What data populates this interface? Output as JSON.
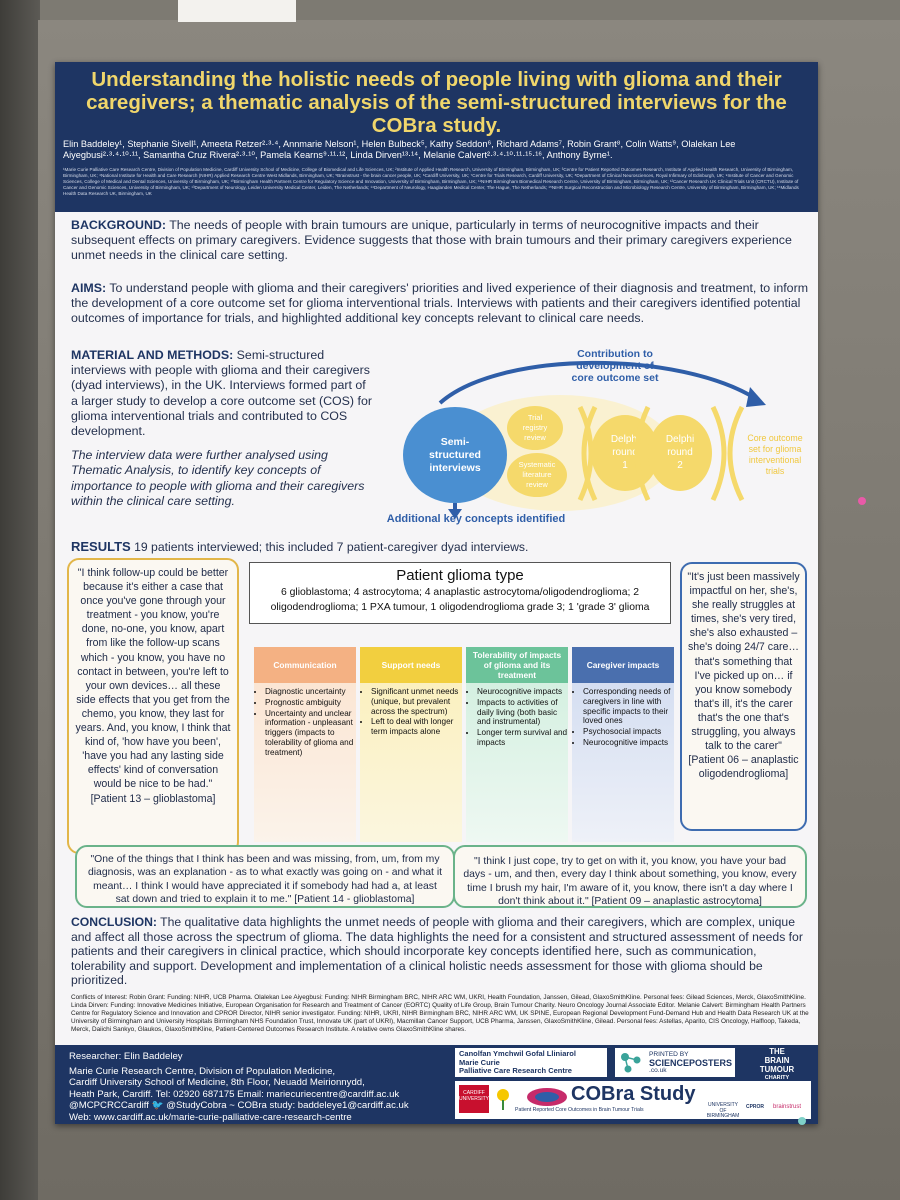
{
  "poster": {
    "title": "Understanding the holistic needs of people living with glioma and their caregivers; a thematic analysis of the semi-structured interviews for the COBra study.",
    "authors": "Elin Baddeley¹, Stephanie Sivell¹, Ameeta Retzer²·³·⁴, Annmarie Nelson¹, Helen Bulbeck⁵, Kathy Seddon⁶, Richard Adams⁷, Robin Grant⁸, Colin Watts⁹, Olalekan Lee Aiyegbusi²·³·⁴·¹⁰·¹¹, Samantha Cruz Rivera²·³·¹⁰, Pamela Kearns⁹·¹¹·¹², Linda Dirven¹³·¹⁴, Melanie Calvert²·³·⁴·¹⁰·¹¹·¹⁵·¹⁶, Anthony Byrne¹.",
    "affiliations": "¹Marie Curie Palliative Care Research Centre, Division of Population Medicine, Cardiff University School of Medicine, College of Biomedical and Life Sciences, UK; ²Institute of Applied Health Research, University of Birmingham, Birmingham, UK; ³Centre for Patient Reported Outcomes Research, Institute of Applied Health Research, University of Birmingham, Birmingham, UK; ⁴National Institute for Health and Care Research (NIHR) Applied Research Centre West Midlands, Birmingham, UK; ⁵Brainstrust - the brain cancer people, UK; ⁶Cardiff University, UK; ⁷Centre for Trials Research, Cardiff University, UK; ⁸Department of Clinical Neurosciences, Royal Infirmary of Edinburgh, UK; ⁹Institute of Cancer and Genomic Sciences, College of Medical and Dental Sciences, University of Birmingham, UK; ¹⁰Birmingham Health Partners Centre for Regulatory Science and Innovation, University of Birmingham, Birmingham, UK; ¹¹NIHR Birmingham Biomedical Research Centre, University of Birmingham, Birmingham, UK; ¹²Cancer Research UK Clinical Trials Unit (CRCTU), Institute of Cancer and Genomic Sciences, University of Birmingham, UK; ¹³Department of Neurology, Leiden University Medical Center, Leiden, The Netherlands; ¹⁴Department of Neurology, Haaglanden Medical Center, The Hague, The Netherlands; ¹⁵NIHR Surgical Reconstruction and Microbiology Research Centre, University of Birmingham, Birmingham, UK; ¹⁶Midlands Health Data Research UK, Birmingham, UK"
  },
  "background": {
    "heading": "BACKGROUND:",
    "text": " The needs of people with brain tumours are unique, particularly in terms of neurocognitive impacts and their subsequent effects on primary caregivers. Evidence suggests that those with brain tumours and their primary caregivers experience unmet needs in the clinical care setting."
  },
  "aims": {
    "heading": "AIMS:",
    "text": " To understand people with glioma and their caregivers' priorities and lived experience of their diagnosis and treatment, to inform the development of a core outcome set for glioma interventional trials. Interviews with patients and their caregivers identified potential outcomes of importance for trials, and  highlighted additional key concepts relevant to clinical care needs."
  },
  "methods": {
    "heading": "MATERIAL AND METHODS:",
    "text": " Semi-structured interviews with people with glioma and their caregivers (dyad interviews), in the UK. Interviews formed part of a larger study to develop a core outcome set (COS) for glioma interventional trials and contributed to COS development.",
    "italic": "The interview data were further analysed using Thematic Analysis, to identify key concepts of importance to people with glioma and their caregivers within the clinical care setting."
  },
  "flow": {
    "top_label_1": "Contribution to",
    "top_label_2": "development of",
    "top_label_3": "core outcome set",
    "semi_1": "Semi-",
    "semi_2": "structured",
    "semi_3": "interviews",
    "trial_1": "Trial",
    "trial_2": "registry",
    "trial_3": "review",
    "sys_1": "Systematic",
    "sys_2": "literature",
    "sys_3": "review",
    "d1_1": "Delphi",
    "d1_2": "round",
    "d1_3": "1",
    "d2_1": "Delphi",
    "d2_2": "round",
    "d2_3": "2",
    "cos_1": "Core outcome",
    "cos_2": "set for glioma",
    "cos_3": "interventional",
    "cos_4": "trials",
    "bottom_label": "Additional key concepts identified",
    "colors": {
      "blue": "#3b82c4",
      "yellow": "#f5d96b",
      "arrow": "#2f5ea8"
    }
  },
  "results": {
    "heading": "RESULTS",
    "text": "  19 patients interviewed; this included 7 patient-caregiver dyad interviews."
  },
  "quotes": {
    "left": "\"I think follow-up could be better because it's either a case that once you've gone through your treatment - you know, you're done, no-one, you know, apart from like the follow-up scans which - you know, you have no contact in between, you're left to your own devices… all these side effects that you get from the chemo, you know, they last for years. And, you know, I think that kind of, 'how have you been', 'have you had any lasting side effects' kind of conversation would be nice to be had.\" [Patient 13 – glioblastoma]",
    "right": "\"It's just been massively impactful on her, she's, she really struggles at times, she's very tired, she's also exhausted – she's doing 24/7 care… that's something that I've picked up on… if you know somebody that's ill, it's the carer that's the one that's struggling, you always talk to the carer\" [Patient 06 – anaplastic oligodendroglioma]",
    "bottom_left": "\"One of the things that I think has been and was missing, from, um, from my diagnosis, was an explanation - as to what exactly was going on - and what it meant… I think I would have appreciated it if somebody had had a, at least sat down and tried to explain it to me.\" [Patient 14 - glioblastoma]",
    "bottom_right": "\"I think I just cope, try to get on with it, you know, you have your bad days - um, and then, every day I think about something, you know, every time I brush my hair, I'm aware of it, you know, there isn't a day where I don't think about it.\" [Patient 09 – anaplastic astrocytoma]"
  },
  "glioma": {
    "title": "Patient glioma type",
    "line1": "6 glioblastoma; 4 astrocytoma; 4 anaplastic astrocytoma/oligodendroglioma; 2",
    "line2": "oligodendroglioma; 1 PXA tumour, 1 oligodendroglioma grade 3; 1 'grade 3' glioma"
  },
  "themes": [
    {
      "title": "Communication",
      "color": "#f4b183",
      "head_text": "#ffffff",
      "items": [
        "Diagnostic uncertainty",
        "Prognostic ambiguity",
        "Uncertainty and unclear information - unpleasant triggers (impacts to tolerability of glioma and treatment)"
      ]
    },
    {
      "title": "Support needs",
      "color": "#f2cf3f",
      "head_text": "#ffffff",
      "items": [
        "Significant unmet needs (unique, but prevalent across the spectrum)",
        "Left to deal with longer term impacts alone"
      ]
    },
    {
      "title": "Tolerability of impacts of glioma and its treatment",
      "color": "#6cc39a",
      "head_text": "#ffffff",
      "items": [
        "Neurocognitive impacts",
        "Impacts to activities of daily living (both basic and instrumental)",
        "Longer term survival and impacts"
      ]
    },
    {
      "title": "Caregiver impacts",
      "color": "#4a6fae",
      "head_text": "#ffffff",
      "items": [
        "Corresponding needs of caregivers in line with specific impacts to their loved ones",
        "Psychosocial impacts",
        "Neurocognitive impacts"
      ]
    }
  ],
  "conclusion": {
    "heading": "CONCLUSION:",
    "text": " The qualitative data highlights the unmet needs of people with glioma and their caregivers, which are complex, unique and affect all those across the spectrum of glioma.  The data highlights the need for a consistent and structured assessment of needs for patients and their caregivers in clinical practice, which should incorporate key concepts identified here, such as communication, tolerability and support. Development and implementation of a clinical holistic needs assessment for those with glioma should be prioritized."
  },
  "coi": "Conflicts of Interest: Robin Grant: Funding: NIHR, UCB Pharma. Olalekan Lee Aiyegbusi: Funding: NIHR Birmingham BRC, NIHR ARC WM, UKRI, Health Foundation, Janssen, Gilead, GlaxoSmithKline. Personal fees: Gilead Sciences, Merck, GlaxoSmithKline. Linda Dirven: Funding: Innovative Medicines Initiative, European Organisation for Research and Treatment of Cancer (EORTC) Quality of Life Group, Brain Tumour Charity. Neuro Oncology Journal Associate Editor. Melanie Calvert: Birmingham Health Partners Centre for Regulatory Science and Innovation and CPROR Director, NIHR senior investigator. Funding: NIHR, UKRI, NIHR Birmingham BRC, NIHR ARC WM, UK SPINE, European Regional Development Fund-Demand Hub and Health Data Research UK at the University of Birmingham and University Hospitals Birmingham NHS Foundation Trust, Innovate UK (part of UKRI), Macmillan Cancer Support, UCB Pharma, Janssen, GlaxoSmithKline, Gilead. Personal fees: Astellas, Aparito, CIS Oncology, Halfloop, Takeda, Merck, Daiichi Sankyo, Glaukos, GlaxoSmithKline, Patient-Centered Outcomes Research Institute. A relative owns GlaxoSmithKline shares.",
  "footer": {
    "researcher": "Researcher: Elin Baddeley",
    "address1": "Marie Curie Research Centre, Division of Population Medicine,",
    "address2": "Cardiff University School of Medicine, 8th Floor, Neuadd Meirionnydd,",
    "address3": "Heath Park, Cardiff. Tel: 02920 687175 Email: mariecuriecentre@cardiff.ac.uk",
    "social": "@MCPCRCCardiff  🐦 @StudyCobra ~ COBra study: baddeleye1@cardiff.ac.uk",
    "web": "Web: www.cardiff.ac.uk/marie-curie-palliative-care-research-centre",
    "mc_welsh": "Canolfan Ymchwil Gofal Lliniarol",
    "mc_name1": "Marie Curie",
    "mc_name2": "Palliative Care Research Centre",
    "mc_cardiff": "CARDIFF  CAERDYDD",
    "printed_by": "PRINTED BY",
    "science_posters": "SCIENCEPOSTERS",
    "science_posters_domain": ".co.uk",
    "btc1": "THE",
    "btc2": "BRAIN",
    "btc3": "TUMOUR",
    "btc4": "CHARITY",
    "cobra_name": "COBra Study",
    "cobra_tag": "Patient Reported Core Outcomes in Brain Tumour Trials",
    "logo_cardiff": "CARDIFF UNIVERSITY",
    "logo_bham": "UNIVERSITY OF BIRMINGHAM",
    "logo_cpror": "CPROR",
    "logo_brainstrust": "brainstrust"
  }
}
